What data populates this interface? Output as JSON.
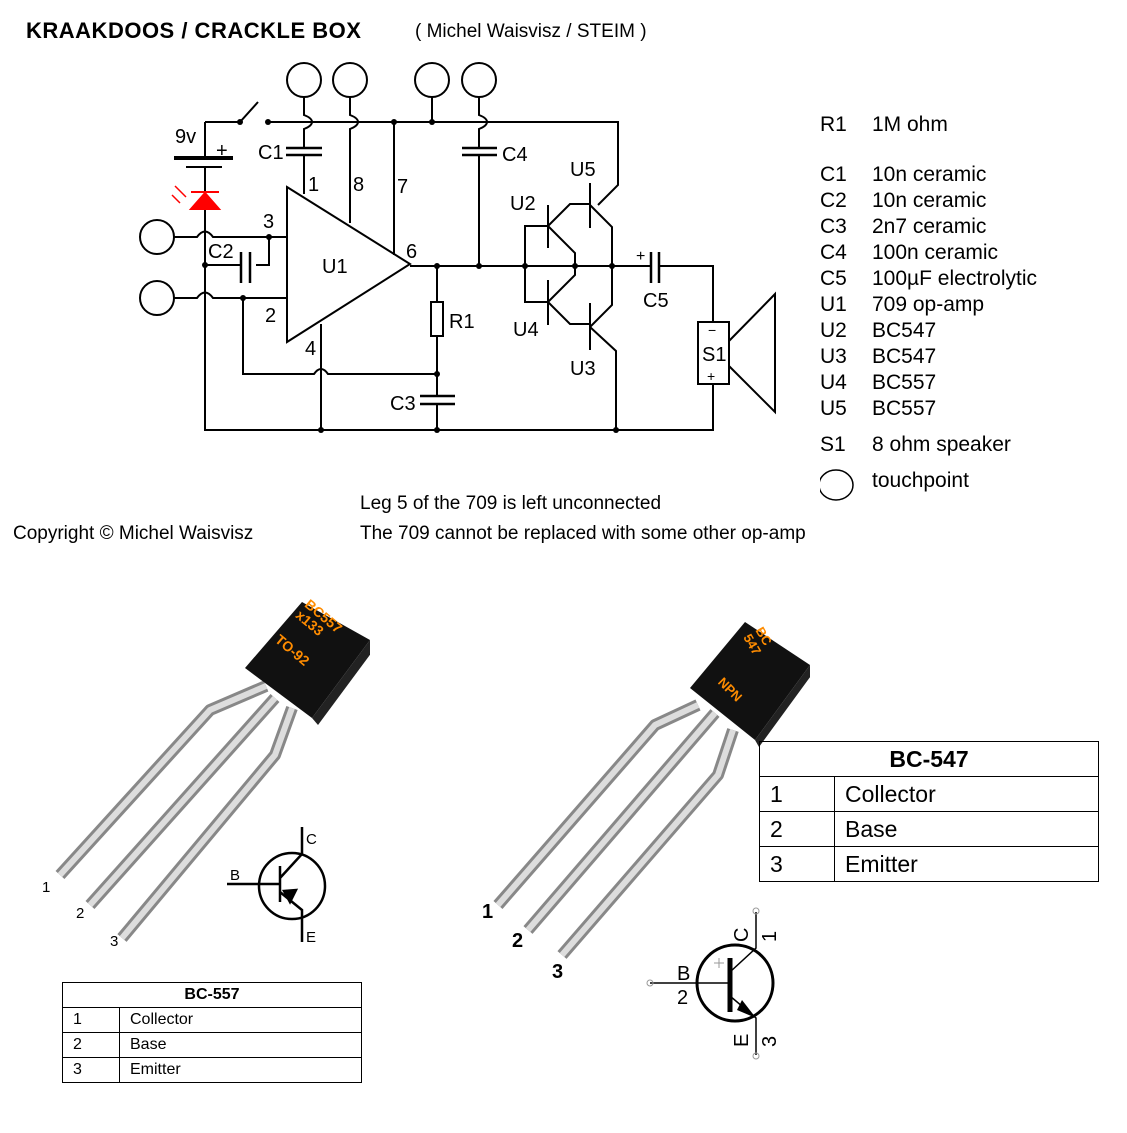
{
  "header": {
    "title": "KRAAKDOOS / CRACKLE BOX",
    "subtitle": "( Michel Waisvisz / STEIM )"
  },
  "schematic": {
    "labels": {
      "battery": "9v",
      "battery_plus": "+",
      "c1": "C1",
      "c2": "C2",
      "c3": "C3",
      "c4": "C4",
      "c5": "C5",
      "c5_plus": "+",
      "r1": "R1",
      "u1": "U1",
      "u2": "U2",
      "u3": "U3",
      "u4": "U4",
      "u5": "U5",
      "s1": "S1",
      "s1_minus": "−",
      "s1_plus": "+",
      "pin1": "1",
      "pin2": "2",
      "pin3": "3",
      "pin4": "4",
      "pin6": "6",
      "pin7": "7",
      "pin8": "8"
    },
    "colors": {
      "wire": "#000000",
      "led": "#ff0000"
    }
  },
  "parts_list": [
    {
      "ref": "R1",
      "value": "1M ohm"
    },
    {
      "ref": "C1",
      "value": "10n ceramic"
    },
    {
      "ref": "C2",
      "value": "10n ceramic"
    },
    {
      "ref": "C3",
      "value": "2n7 ceramic"
    },
    {
      "ref": "C4",
      "value": "100n  ceramic"
    },
    {
      "ref": "C5",
      "value": "100µF electrolytic"
    },
    {
      "ref": "U1",
      "value": "709 op-amp"
    },
    {
      "ref": "U2",
      "value": "BC547"
    },
    {
      "ref": "U3",
      "value": "BC547"
    },
    {
      "ref": "U4",
      "value": "BC557"
    },
    {
      "ref": "U5",
      "value": "BC557"
    },
    {
      "ref": "S1",
      "value": "8 ohm speaker"
    },
    {
      "ref": "touchpoint-symbol",
      "value": "touchpoint"
    }
  ],
  "notes": {
    "leg5": "Leg 5 of the 709 is left unconnected",
    "replace": "The 709 cannot be replaced with some other op-amp",
    "copyright": "Copyright © Michel Waisvisz"
  },
  "bc557": {
    "package_marking": [
      "BC557",
      "x133"
    ],
    "package_type": "TO-92",
    "lead_numbers": [
      "1",
      "2",
      "3"
    ],
    "symbol_labels": {
      "b": "B",
      "c": "C",
      "e": "E"
    },
    "table": {
      "title": "BC-557",
      "rows": [
        {
          "pin": "1",
          "name": "Collector"
        },
        {
          "pin": "2",
          "name": "Base"
        },
        {
          "pin": "3",
          "name": "Emitter"
        }
      ]
    },
    "marking_color": "#ff8c00"
  },
  "bc547": {
    "package_marking": [
      "BC",
      "547"
    ],
    "package_type": "NPN",
    "lead_numbers": [
      "1",
      "2",
      "3"
    ],
    "symbol_labels": {
      "b": "B",
      "c": "C",
      "e": "E",
      "b_pin": "2",
      "c_pin": "1",
      "e_pin": "3"
    },
    "table": {
      "title": "BC-547",
      "rows": [
        {
          "pin": "1",
          "name": "Collector"
        },
        {
          "pin": "2",
          "name": "Base"
        },
        {
          "pin": "3",
          "name": "Emitter"
        }
      ]
    },
    "marking_color": "#ff8c00"
  }
}
